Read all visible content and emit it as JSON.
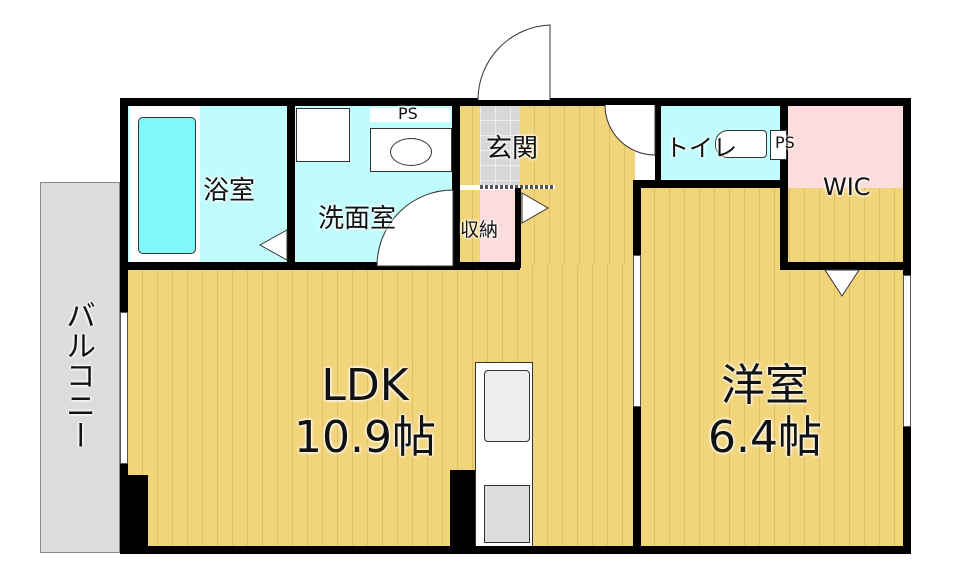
{
  "rooms": {
    "bath": "浴室",
    "washroom": "洗面室",
    "entrance": "玄関",
    "storage": "収納",
    "toilet": "トイレ",
    "wic": "WIC",
    "balcony": "バルコニー",
    "ps1": "PS",
    "ps2": "PS",
    "ldk": {
      "name": "LDK",
      "size": "10.9帖"
    },
    "western": {
      "name": "洋室",
      "size": "6.4帖"
    }
  },
  "colors": {
    "wet": "#c0fcfc",
    "wood": "#f2d47a",
    "storage": "#fcdcdc",
    "tile": "#d8d8d8",
    "wall": "#000000"
  }
}
